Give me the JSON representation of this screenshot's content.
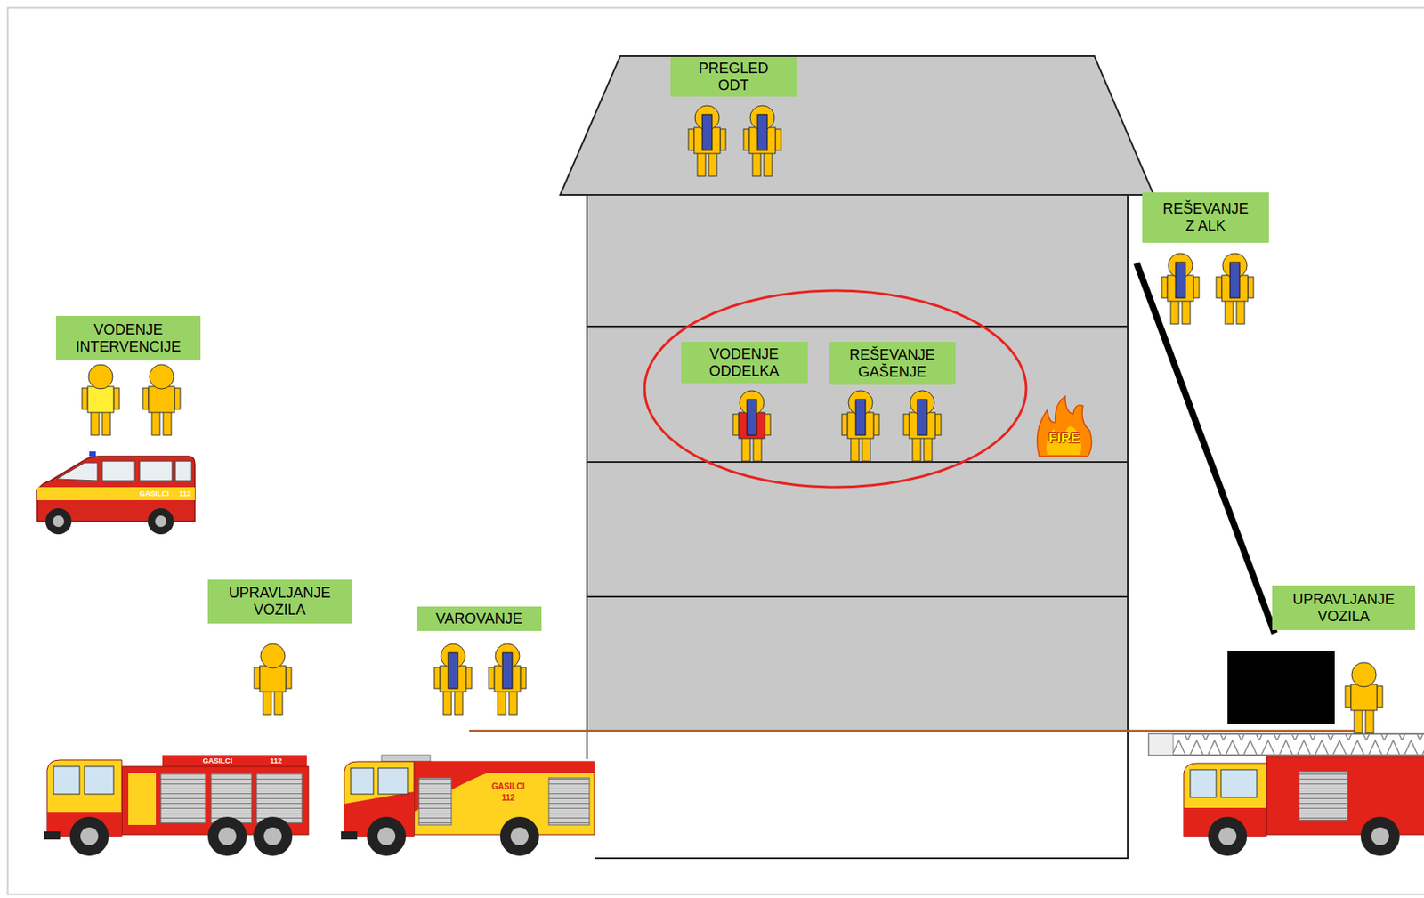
{
  "diagram": {
    "nodes": [
      {
        "text": [
          "PREGLED ODT"
        ]
      },
      {
        "text": [
          "REŠEVANJE Z ALK"
        ]
      },
      {
        "text": [
          "VODENJE INTERVENCIJE"
        ]
      },
      {
        "text": [
          "VODENJE ODDELKA"
        ]
      },
      {
        "text": [
          "REŠEVANJE GAŠENJE"
        ]
      },
      {
        "text": [
          "UPRAVLJANJE VOZILA"
        ]
      },
      {
        "text": [
          "UPRAVLJANJE VOZILA"
        ]
      },
      {
        "text": [
          "VAROVANJE"
        ]
      }
    ],
    "labels": [
      "FIRE",
      "GASILCI",
      "112",
      "GASILCI",
      "112",
      "GASILCI",
      "112"
    ]
  }
}
